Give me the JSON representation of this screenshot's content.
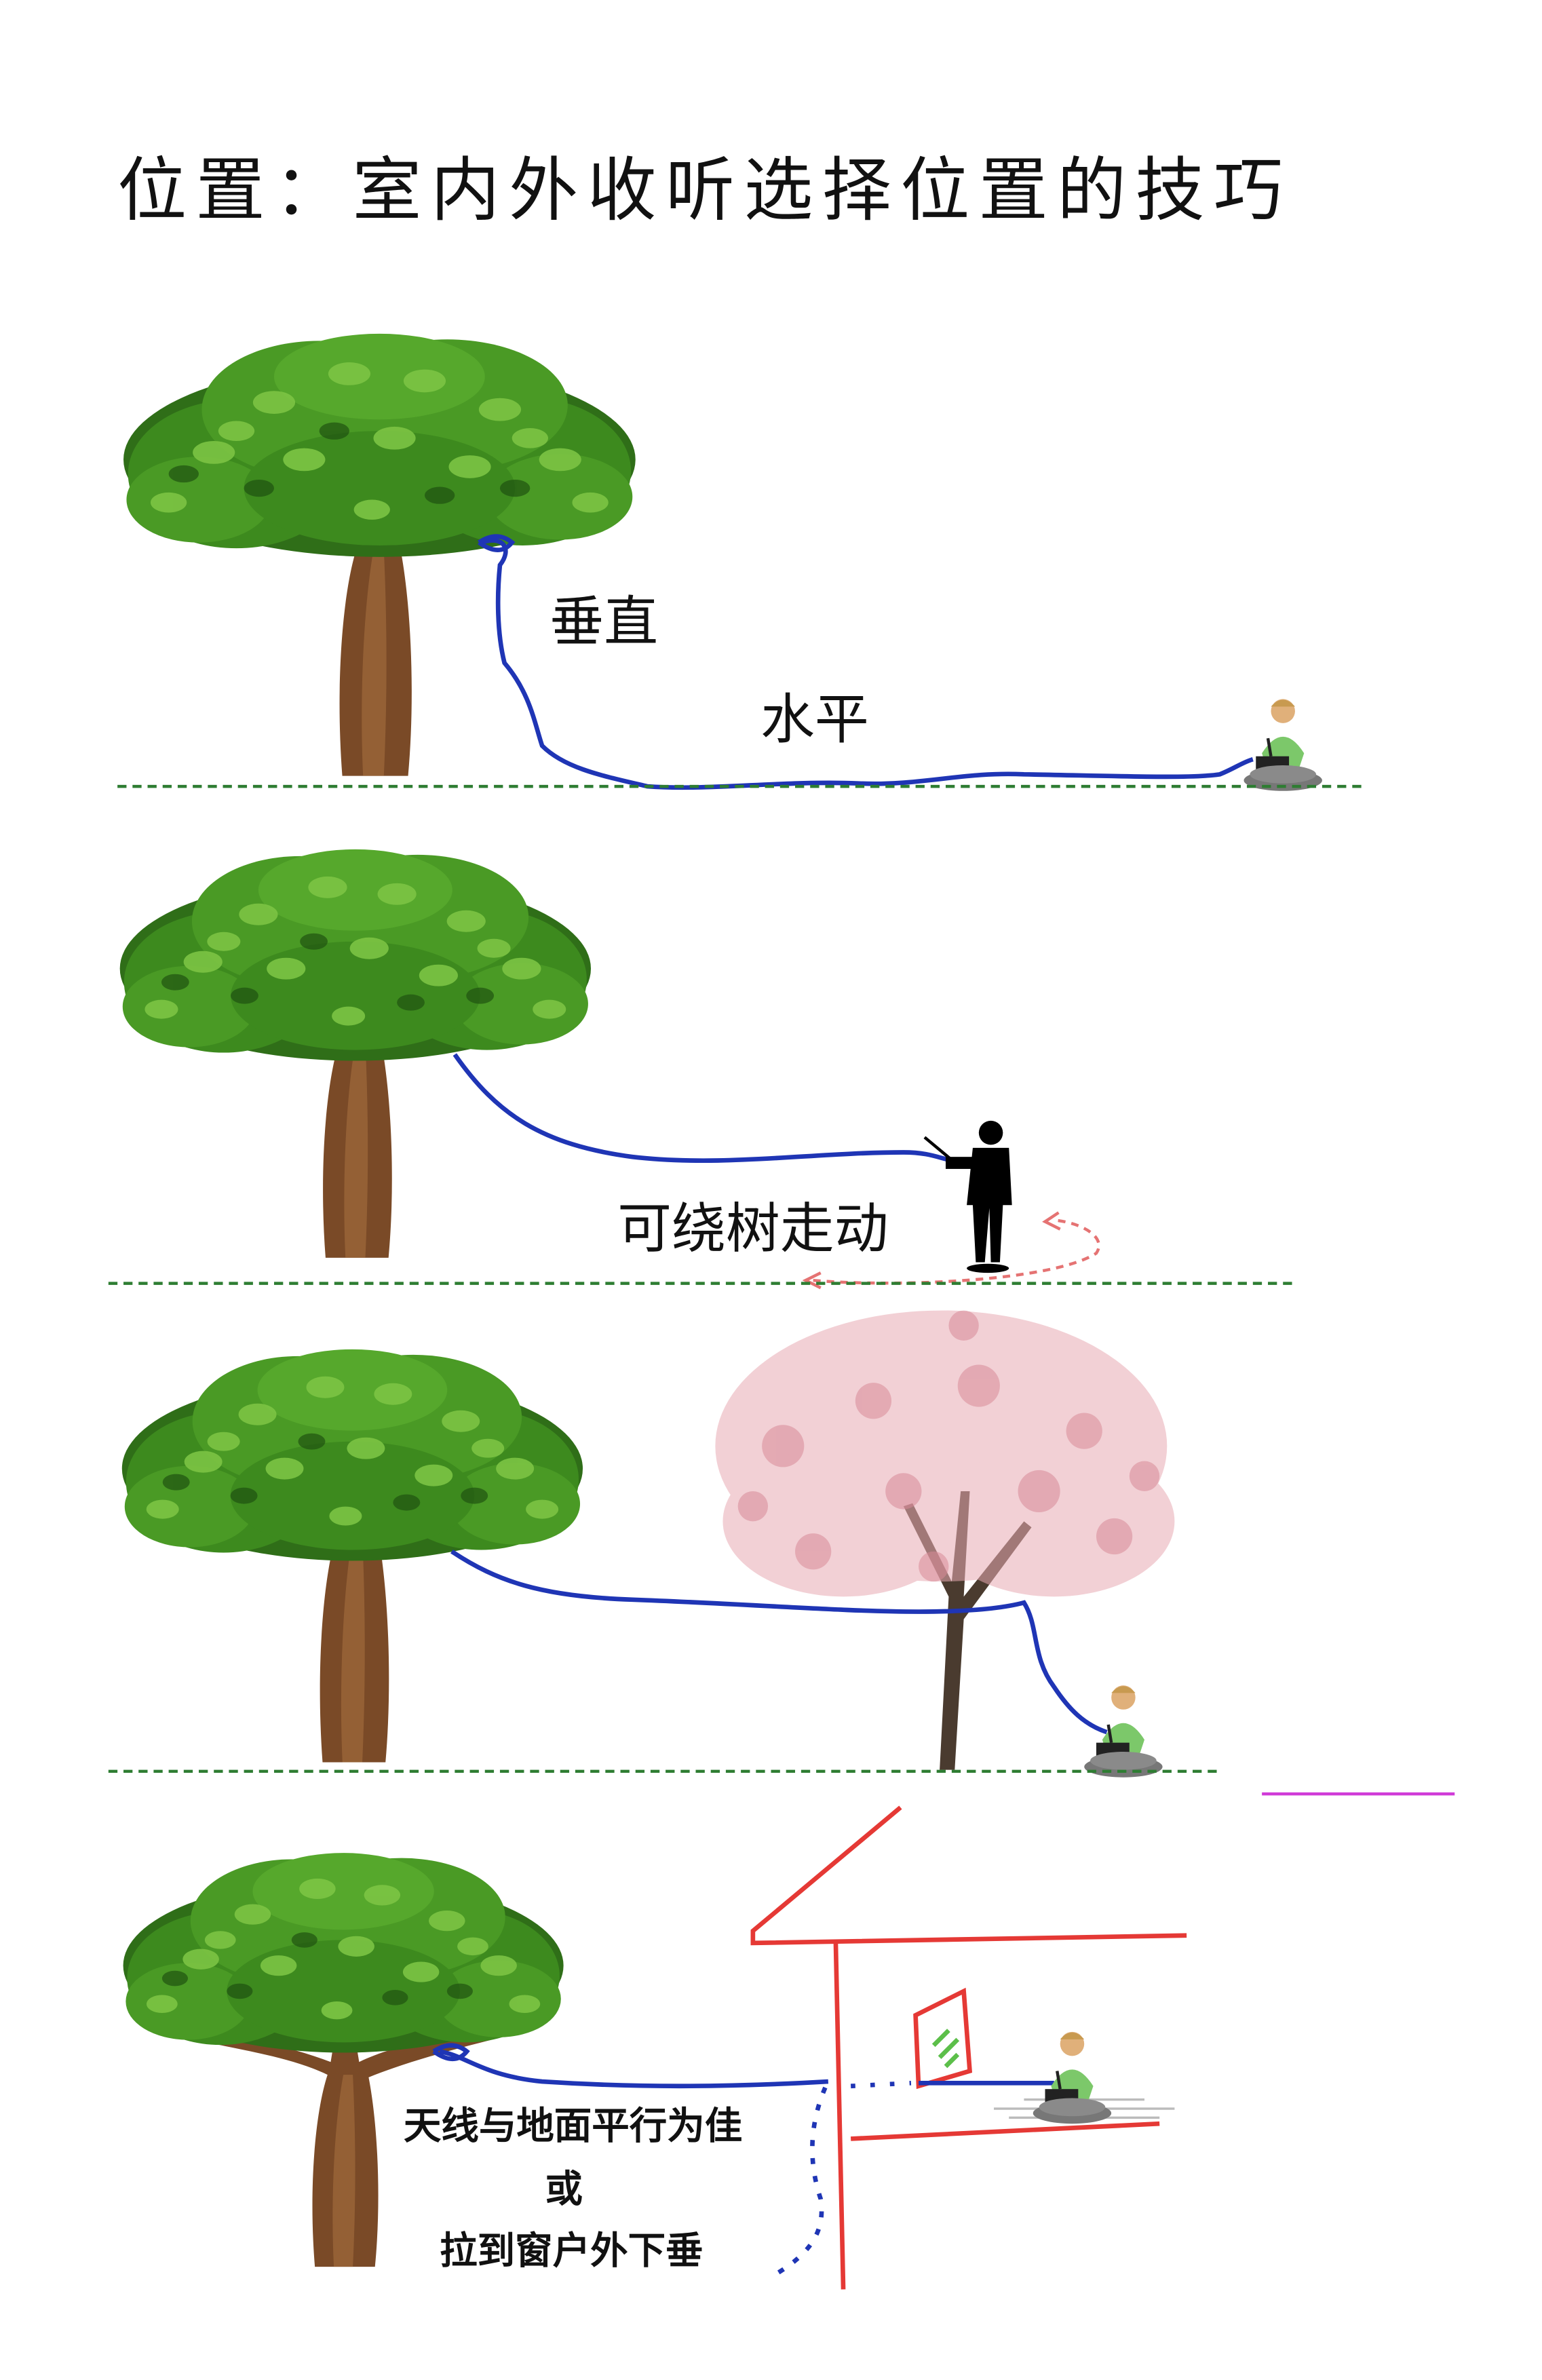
{
  "title": "位置：室内外收听选择位置的技巧",
  "colors": {
    "foliage_dark": "#2f6e18",
    "foliage_mid": "#4a9a25",
    "foliage_light": "#7cc444",
    "trunk": "#7a4a27",
    "trunk_light": "#a06a3c",
    "wire": "#1f35b5",
    "ground": "#2e7d32",
    "house": "#e53935",
    "walk_arrow": "#e57373",
    "blossom": "#e8aab3",
    "magenta_line": "#d03bd8",
    "window_green": "#5cbf4a"
  },
  "scenes": [
    {
      "id": "scene-1",
      "labels": [
        "垂直",
        "水平"
      ]
    },
    {
      "id": "scene-2",
      "labels": [
        "可绕树走动"
      ]
    },
    {
      "id": "scene-3",
      "labels": []
    },
    {
      "id": "scene-4",
      "labels": [
        "天线与地面平行为佳",
        "或",
        "拉到窗户外下垂"
      ]
    }
  ]
}
